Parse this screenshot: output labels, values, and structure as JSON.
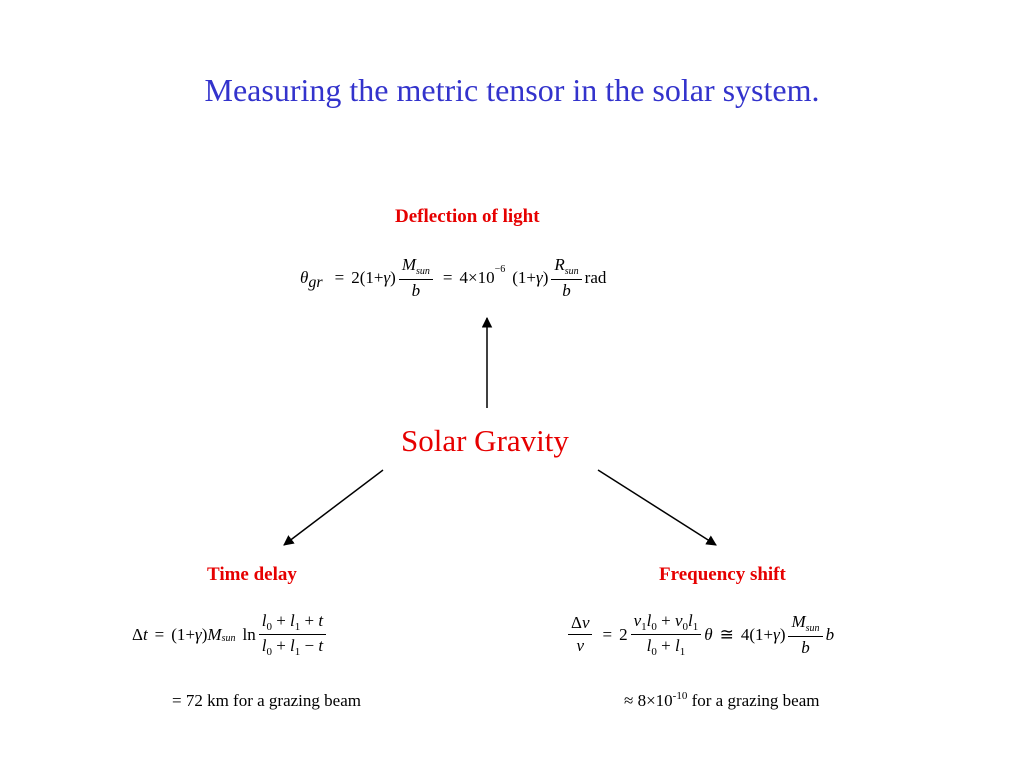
{
  "slide": {
    "title": "Measuring the metric tensor in the solar system.",
    "center_label": "Solar Gravity"
  },
  "deflection": {
    "heading": "Deflection of light",
    "eq": {
      "theta": "θ",
      "gr": "gr",
      "eq1": "=",
      "two": "2(1",
      "plus": "+",
      "gamma": "γ",
      "close": ")",
      "M": "M",
      "sun": "sun",
      "b": "b",
      "eq2": "=",
      "four": "4",
      "times": "×",
      "ten": "10",
      "exp": "−6",
      "open2": "(1",
      "plus2": "+",
      "gamma2": "γ",
      "close2": ")",
      "R": "R",
      "sun2": "sun",
      "b2": "b",
      "unit": "rad"
    }
  },
  "time_delay": {
    "heading": "Time delay",
    "eq": {
      "delta": "Δ",
      "t": "t",
      "eq": "=",
      "open": "(1",
      "plus": "+",
      "gamma": "γ",
      "close": ")",
      "M": "M",
      "sun": "sun",
      "ln": "ln",
      "l": "l",
      "s0": "0",
      "s1": "1",
      "plus_a": "+",
      "plus_b": "+",
      "minus": "−"
    },
    "note": "= 72 km for a grazing beam"
  },
  "frequency_shift": {
    "heading": "Frequency shift",
    "eq": {
      "delta": "Δ",
      "nu": "ν",
      "eq": "=",
      "two": "2",
      "l": "l",
      "s0": "0",
      "s1": "1",
      "plus": "+",
      "theta": "θ",
      "approx": "≅",
      "four": "4(1",
      "gamma": "γ",
      "close": ")",
      "M": "M",
      "sun": "sun",
      "b": "b"
    },
    "note_prefix": "≈ 8×10",
    "note_exp": "-10",
    "note_suffix": " for a grazing beam"
  }
}
